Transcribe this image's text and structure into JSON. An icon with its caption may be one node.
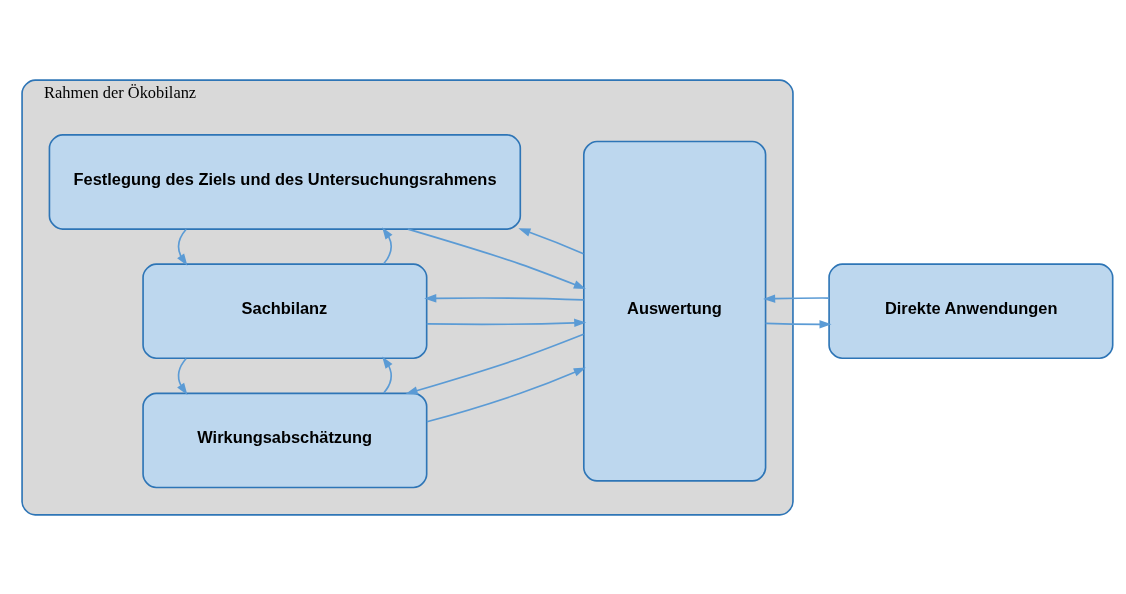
{
  "diagram": {
    "nodes": [
      {
        "text": [
          "Rahmen der Ökobilanz"
        ]
      },
      {
        "text": [
          "Festlegung des Ziels und des Untersuchungsrahmens"
        ],
        "in": 0
      },
      {
        "text": [
          "Sachbilanz"
        ],
        "in": 0
      },
      {
        "text": [
          "Wirkungsabschätzung"
        ],
        "in": 0
      },
      {
        "text": [
          "Auswertung"
        ],
        "in": 0
      },
      {
        "text": [
          "Direkte Anwendungen"
        ]
      }
    ],
    "edges": [
      {
        "from": 1,
        "to": 4,
        "arrow": "to"
      },
      {
        "from": 4,
        "to": 1,
        "arrow": "to"
      },
      {
        "from": 2,
        "to": 1,
        "arrow": "to"
      },
      {
        "from": 1,
        "to": 2,
        "arrow": "to"
      },
      {
        "from": 2,
        "to": 4,
        "arrow": "to"
      },
      {
        "from": 4,
        "to": 2,
        "arrow": "to"
      },
      {
        "from": 3,
        "to": 2,
        "arrow": "to"
      },
      {
        "from": 2,
        "to": 3,
        "arrow": "to"
      },
      {
        "from": 3,
        "to": 4,
        "arrow": "to"
      },
      {
        "from": 4,
        "to": 3,
        "arrow": "to"
      },
      {
        "from": 4,
        "to": 5,
        "arrow": "to"
      },
      {
        "from": 5,
        "to": 4,
        "arrow": "to"
      }
    ]
  }
}
